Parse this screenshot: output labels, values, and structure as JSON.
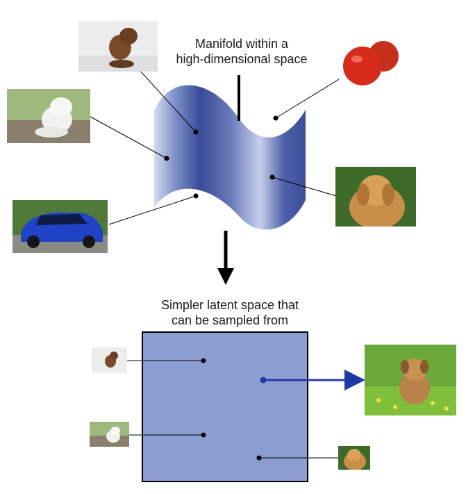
{
  "manifold": {
    "title_line1": "Manifold within a",
    "title_line2": "high-dimensional space",
    "fill_dark": "#3b4f9a",
    "fill_light": "#c9d3ee"
  },
  "latent": {
    "title_line1": "Simpler latent space that",
    "title_line2": "can be sampled from",
    "box_color": "#8c9ed1",
    "sample_arrow_color": "#1f3aa8"
  },
  "images": {
    "puppy_small": "puppy-photo",
    "white_puppy": "white-puppy-photo",
    "blue_car": "blue-car-photo",
    "apples": "red-apples-photo",
    "golden_retriever": "golden-retriever-photo",
    "generated_puppy": "puppy-in-grass-photo"
  }
}
